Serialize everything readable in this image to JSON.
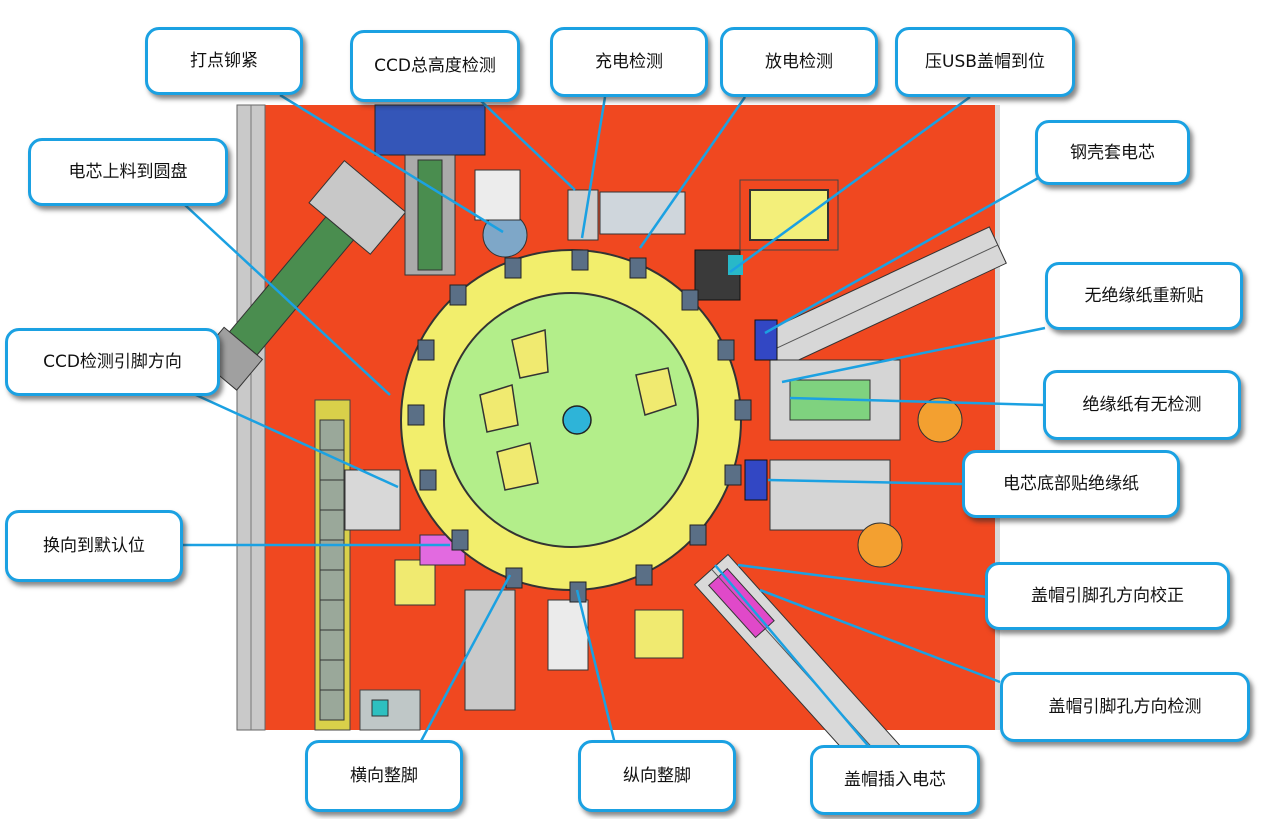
{
  "colors": {
    "plate": "#f04820",
    "ring": "#f2ee6c",
    "disc": "#b3ee8a",
    "leader": "#1ba1e2",
    "frame": "#c9c9c9"
  },
  "stations": {
    "s01": "打点铆紧",
    "s02": "CCD总高度检测",
    "s03": "充电检测",
    "s04": "放电检测",
    "s05": "压USB盖帽到位",
    "s06": "钢壳套电芯",
    "s07": "无绝缘纸重新贴",
    "s08": "绝缘纸有无检测",
    "s09": "电芯底部贴绝缘纸",
    "s10": "盖帽引脚孔方向校正",
    "s11": "盖帽引脚孔方向检测",
    "s12": "盖帽插入电芯",
    "s13": "纵向整脚",
    "s14": "横向整脚",
    "s15": "换向到默认位",
    "s16": "CCD检测引脚方向",
    "s17": "电芯上料到圆盘"
  }
}
